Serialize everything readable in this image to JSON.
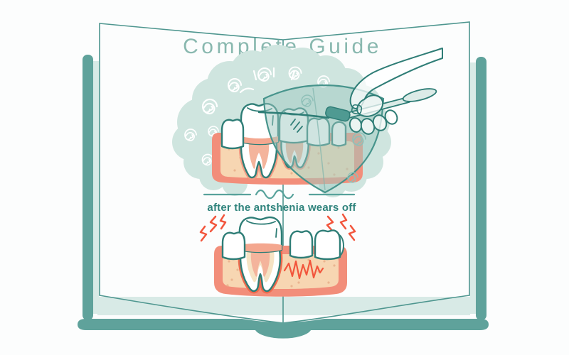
{
  "texts": {
    "title": "Complete Guide",
    "title_color": "#89b8af",
    "caption": "after the antshenia wears off",
    "caption_color": "#2f837c"
  },
  "palette": {
    "background": "#fcfdfd",
    "book_cover_teal": "#5fa29b",
    "book_page_edge_mint": "#d8eae6",
    "book_page_line": "#4e968f",
    "cloud_mint": "#cfe5df",
    "shield_teal": "#9fcac2",
    "shield_outline": "#47948c",
    "tooth_outline": "#2e7d76",
    "gum_outer_salmon": "#f28e7a",
    "gum_inner_peach": "#f7d6b2",
    "gum_speckle": "#e8ae88",
    "root_socket_calm": "#f29b84",
    "root_socket_inflamed": "#ef6a4e",
    "root_canal": "#f4b49c",
    "dentin_cream": "#f6e3c4",
    "neck_band": "#f4a78f",
    "pain_red": "#f2553c"
  },
  "scene": {
    "book": "open book with teal cover and mint page edges",
    "upper_panel": "anesthetized teeth protected by shield, hand holding dental probe",
    "lower_panel": "aching tooth with pain zigzags after anesthesia wears off"
  }
}
